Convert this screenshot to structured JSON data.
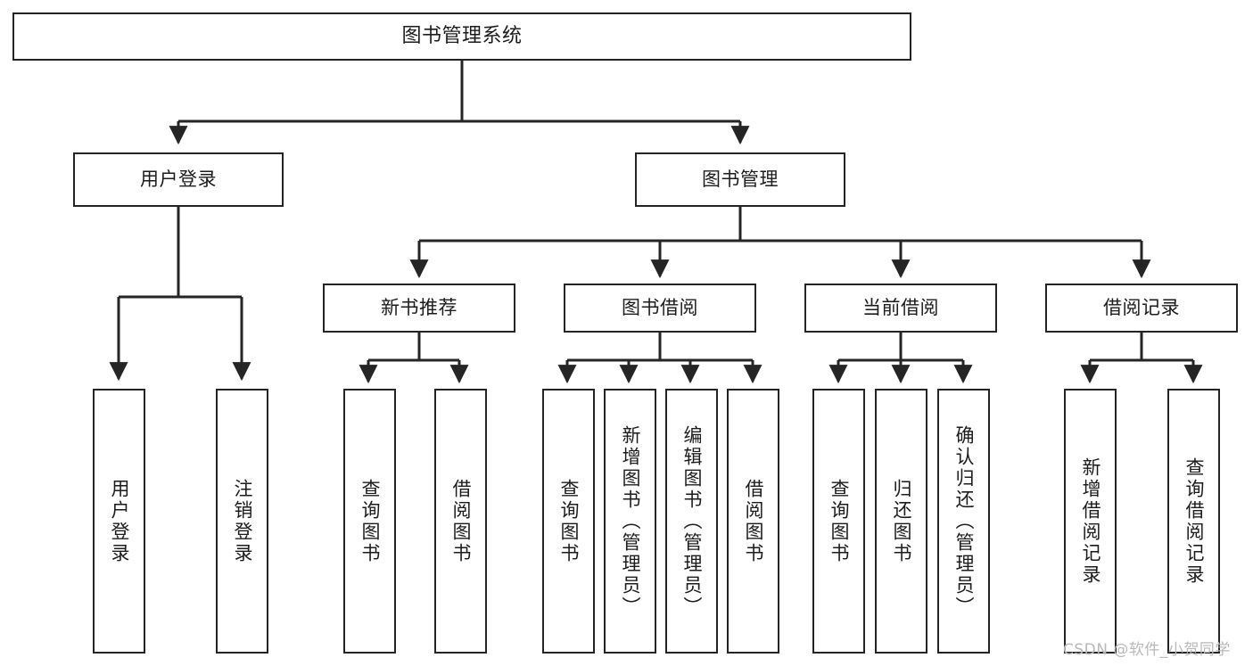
{
  "diagram": {
    "type": "tree-hierarchy",
    "title": "图书管理系统",
    "watermark": "CSDN @软件_小贺同学",
    "colors": {
      "border": "#252525",
      "background": "#ffffff",
      "text": "#1c1c1c",
      "connector": "#252525",
      "watermark": "#b9b9b9"
    },
    "nodes": {
      "root": {
        "label": "图书管理系统"
      },
      "level2": [
        {
          "id": "user-login",
          "label": "用户登录"
        },
        {
          "id": "book-manage",
          "label": "图书管理"
        }
      ],
      "level3": [
        {
          "id": "new-book-recommend",
          "label": "新书推荐"
        },
        {
          "id": "book-borrow",
          "label": "图书借阅"
        },
        {
          "id": "current-borrow",
          "label": "当前借阅"
        },
        {
          "id": "borrow-record",
          "label": "借阅记录"
        }
      ],
      "leaves": {
        "user-login": [
          {
            "id": "leaf-user-login",
            "label": "用户登录"
          },
          {
            "id": "leaf-logout-login",
            "label": "注销登录"
          }
        ],
        "new-book-recommend": [
          {
            "id": "leaf-query-book-1",
            "label": "查询图书"
          },
          {
            "id": "leaf-borrow-book-1",
            "label": "借阅图书"
          }
        ],
        "book-borrow": [
          {
            "id": "leaf-query-book-2",
            "label": "查询图书"
          },
          {
            "id": "leaf-add-book",
            "label": "新增图书（管理员）"
          },
          {
            "id": "leaf-edit-book",
            "label": "编辑图书（管理员）"
          },
          {
            "id": "leaf-borrow-book-2",
            "label": "借阅图书"
          }
        ],
        "current-borrow": [
          {
            "id": "leaf-query-book-3",
            "label": "查询图书"
          },
          {
            "id": "leaf-return-book",
            "label": "归还图书"
          },
          {
            "id": "leaf-confirm-return",
            "label": "确认归还（管理员）"
          }
        ],
        "borrow-record": [
          {
            "id": "leaf-add-record",
            "label": "新增借阅记录"
          },
          {
            "id": "leaf-query-record",
            "label": "查询借阅记录"
          }
        ]
      }
    }
  }
}
